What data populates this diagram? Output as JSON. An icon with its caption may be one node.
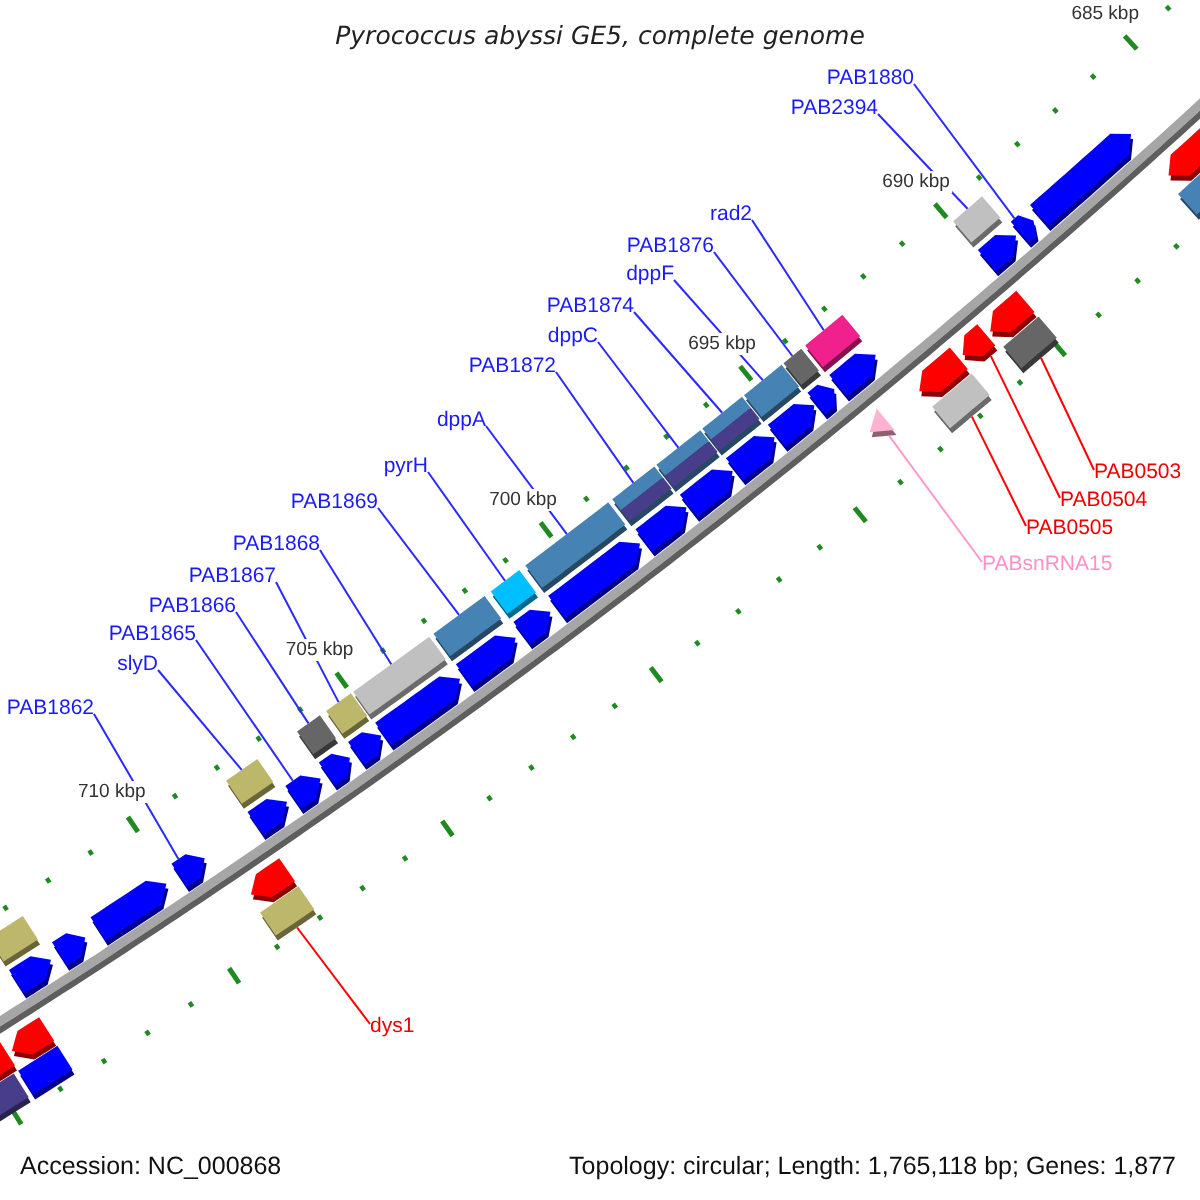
{
  "diagram": {
    "title": "Pyrococcus abyssi GE5, complete genome",
    "nodes": [
      {
        "text": [
          "PAB1880"
        ]
      },
      {
        "text": [
          "PAB2394"
        ]
      },
      {
        "text": [
          "rad2"
        ]
      },
      {
        "text": [
          "PAB1876"
        ]
      },
      {
        "text": [
          "dppF"
        ]
      },
      {
        "text": [
          "PAB1874"
        ]
      },
      {
        "text": [
          "dppC"
        ]
      },
      {
        "text": [
          "PAB1872"
        ]
      },
      {
        "text": [
          "dppA"
        ]
      },
      {
        "text": [
          "pyrH"
        ]
      },
      {
        "text": [
          "PAB0503"
        ]
      },
      {
        "text": [
          "PAB0504"
        ]
      },
      {
        "text": [
          "PAB1869"
        ]
      },
      {
        "text": [
          "PAB0505"
        ]
      },
      {
        "text": [
          "PAB1868"
        ]
      },
      {
        "text": [
          "PABsnRNA15"
        ]
      },
      {
        "text": [
          "PAB1867"
        ]
      },
      {
        "text": [
          "PAB1866"
        ]
      },
      {
        "text": [
          "PAB1865"
        ]
      },
      {
        "text": [
          "slyD"
        ]
      },
      {
        "text": [
          "PAB1862"
        ]
      },
      {
        "text": [
          "dys1"
        ]
      },
      {
        "text": [],
        "shape": "pentagon"
      },
      {
        "text": [],
        "shape": "box"
      },
      {
        "text": [],
        "shape": "pentagon"
      },
      {
        "text": [],
        "shape": "pentagon"
      },
      {
        "text": [],
        "shape": "box"
      },
      {
        "text": [],
        "shape": "pentagon"
      },
      {
        "text": [],
        "shape": "pentagon"
      },
      {
        "text": [],
        "shape": "box"
      },
      {
        "text": [],
        "shape": "pentagon"
      },
      {
        "text": [],
        "shape": "pentagon"
      },
      {
        "text": [],
        "shape": "box"
      },
      {
        "text": [],
        "shape": "box"
      },
      {
        "text": [],
        "shape": "pentagon"
      },
      {
        "text": [],
        "shape": "triangle"
      },
      {
        "text": [],
        "shape": "box"
      },
      {
        "text": [],
        "shape": "pentagon"
      },
      {
        "text": [],
        "shape": "box"
      },
      {
        "text": [],
        "shape": "pentagon"
      },
      {
        "text": [],
        "shape": "box"
      },
      {
        "text": [],
        "shape": "pentagon"
      },
      {
        "text": [],
        "shape": "box"
      },
      {
        "text": [],
        "shape": "pentagon"
      },
      {
        "text": [],
        "shape": "box"
      },
      {
        "text": [],
        "shape": "pentagon"
      },
      {
        "text": [],
        "shape": "box"
      },
      {
        "text": [],
        "shape": "pentagon"
      },
      {
        "text": [],
        "shape": "box"
      },
      {
        "text": [],
        "shape": "pentagon"
      },
      {
        "text": [],
        "shape": "box"
      },
      {
        "text": [],
        "shape": "pentagon"
      },
      {
        "text": [],
        "shape": "box"
      },
      {
        "text": [],
        "shape": "pentagon"
      },
      {
        "text": [],
        "shape": "box"
      },
      {
        "text": [],
        "shape": "pentagon"
      },
      {
        "text": [],
        "shape": "box"
      },
      {
        "text": [],
        "shape": "pentagon"
      },
      {
        "text": [],
        "shape": "pentagon"
      },
      {
        "text": [],
        "shape": "box"
      },
      {
        "text": [],
        "shape": "pentagon"
      },
      {
        "text": [],
        "shape": "pentagon"
      },
      {
        "text": [],
        "shape": "box"
      },
      {
        "text": [],
        "shape": "pentagon"
      },
      {
        "text": [],
        "shape": "pentagon"
      },
      {
        "text": [],
        "shape": "pentagon"
      },
      {
        "text": [],
        "shape": "box"
      },
      {
        "text": [],
        "shape": "pentagon"
      },
      {
        "text": [],
        "shape": "pentagon"
      },
      {
        "text": [],
        "shape": "box"
      },
      {
        "text": [],
        "shape": "pentagon"
      },
      {
        "text": [],
        "shape": "box"
      }
    ],
    "edges": [
      {
        "from": 0,
        "to": 25,
        "arrow": "none"
      },
      {
        "from": 1,
        "to": 26,
        "arrow": "none"
      },
      {
        "from": 2,
        "to": 33,
        "arrow": "none"
      },
      {
        "from": 3,
        "to": 36,
        "arrow": "none"
      },
      {
        "from": 4,
        "to": 38,
        "arrow": "none"
      },
      {
        "from": 5,
        "to": 40,
        "arrow": "none"
      },
      {
        "from": 6,
        "to": 42,
        "arrow": "none"
      },
      {
        "from": 7,
        "to": 44,
        "arrow": "none"
      },
      {
        "from": 8,
        "to": 46,
        "arrow": "none"
      },
      {
        "from": 9,
        "to": 48,
        "arrow": "none"
      },
      {
        "from": 10,
        "to": 29,
        "arrow": "none",
        "color": "#ff0000"
      },
      {
        "from": 11,
        "to": 30,
        "arrow": "none",
        "color": "#ff0000"
      },
      {
        "from": 12,
        "to": 50,
        "arrow": "none"
      },
      {
        "from": 13,
        "to": 32,
        "arrow": "none",
        "color": "#ff0000"
      },
      {
        "from": 14,
        "to": 52,
        "arrow": "none"
      },
      {
        "from": 15,
        "to": 35,
        "arrow": "none",
        "color": "#ff99cc"
      },
      {
        "from": 16,
        "to": 54,
        "arrow": "none"
      },
      {
        "from": 17,
        "to": 56,
        "arrow": "none"
      },
      {
        "from": 18,
        "to": 58,
        "arrow": "none"
      },
      {
        "from": 19,
        "to": 59,
        "arrow": "none"
      },
      {
        "from": 20,
        "to": 63,
        "arrow": "none"
      },
      {
        "from": 21,
        "to": 62,
        "arrow": "none",
        "color": "#ff0000"
      }
    ],
    "labels": [
      "685 kbp",
      "690 kbp",
      "695 kbp",
      "700 kbp",
      "705 kbp",
      "710 kbp",
      "Accession: NC_000868",
      "Topology: circular; Length: 1,765,118 bp; Genes: 1,877"
    ]
  }
}
